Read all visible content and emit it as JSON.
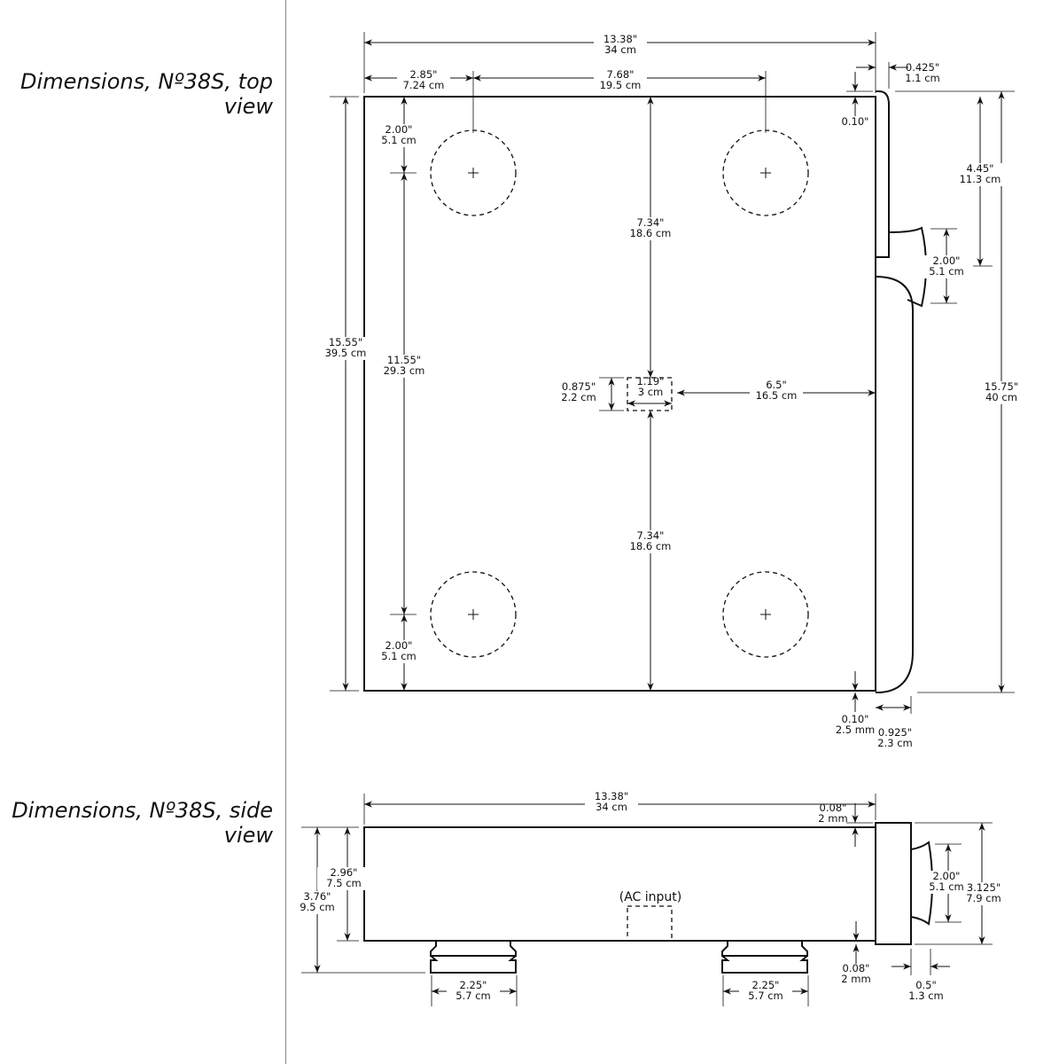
{
  "top_view": {
    "heading": "Dimensions, Nº38S, top view",
    "dims": [
      {
        "l1": "13.38\"",
        "l2": "34 cm"
      },
      {
        "l1": "2.85\"",
        "l2": "7.24 cm"
      },
      {
        "l1": "7.68\"",
        "l2": "19.5 cm"
      },
      {
        "l1": "0.425\"",
        "l2": "1.1 cm"
      },
      {
        "l1": "0.10\"",
        "l2": ""
      },
      {
        "l1": "4.45\"",
        "l2": "11.3 cm"
      },
      {
        "l1": "15.75\"",
        "l2": "40 cm"
      },
      {
        "l1": "2.00\"",
        "l2": "5.1 cm"
      },
      {
        "l1": "15.55\"",
        "l2": "39.5 cm"
      },
      {
        "l1": "2.00\"",
        "l2": "5.1 cm"
      },
      {
        "l1": "11.55\"",
        "l2": "29.3 cm"
      },
      {
        "l1": "2.00\"",
        "l2": "5.1 cm"
      },
      {
        "l1": "7.34\"",
        "l2": "18.6 cm"
      },
      {
        "l1": "7.34\"",
        "l2": "18.6 cm"
      },
      {
        "l1": "0.875\"",
        "l2": "2.2 cm"
      },
      {
        "l1": "1.19\"",
        "l2": "3 cm"
      },
      {
        "l1": "6.5\"",
        "l2": "16.5 cm"
      },
      {
        "l1": "0.10\"",
        "l2": "2.5 mm"
      },
      {
        "l1": "0.925\"",
        "l2": "2.3 cm"
      }
    ]
  },
  "side_view": {
    "heading": "Dimensions, Nº38S, side view",
    "ac_input_label": "(AC input)",
    "dims": [
      {
        "l1": "13.38\"",
        "l2": "34 cm"
      },
      {
        "l1": "0.08\"",
        "l2": "2 mm"
      },
      {
        "l1": "2.96\"",
        "l2": "7.5 cm"
      },
      {
        "l1": "3.76\"",
        "l2": "9.5 cm"
      },
      {
        "l1": "2.00\"",
        "l2": "5.1 cm"
      },
      {
        "l1": "3.125\"",
        "l2": "7.9 cm"
      },
      {
        "l1": "0.08\"",
        "l2": "2 mm"
      },
      {
        "l1": "0.5\"",
        "l2": "1.3 cm"
      },
      {
        "l1": "2.25\"",
        "l2": "5.7 cm"
      },
      {
        "l1": "2.25\"",
        "l2": "5.7 cm"
      }
    ]
  }
}
